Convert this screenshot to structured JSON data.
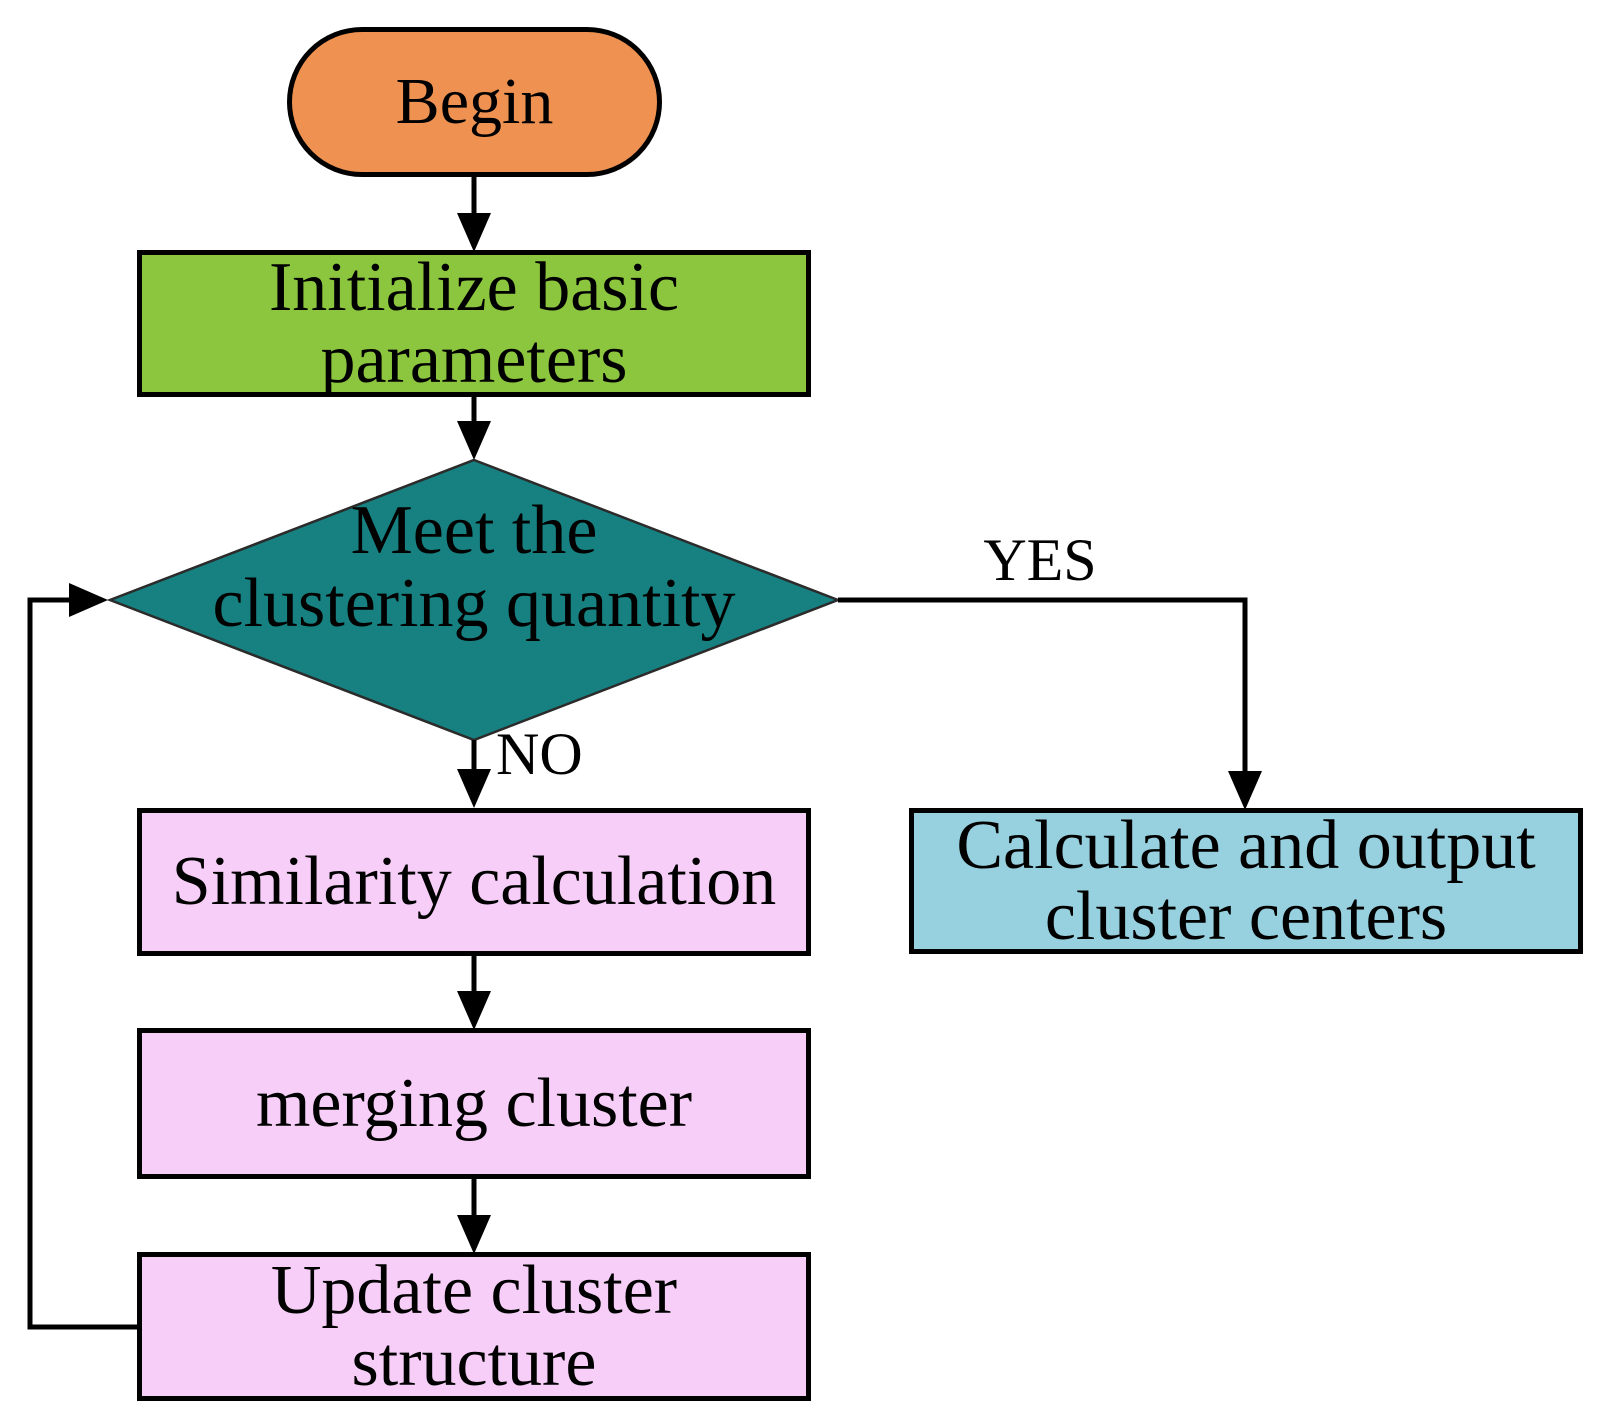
{
  "diagram": {
    "type": "flowchart",
    "nodes": [
      {
        "id": "begin",
        "shape": "terminator",
        "label": "Begin",
        "fill": "#EF9251"
      },
      {
        "id": "init",
        "shape": "process",
        "label": "Initialize basic\nparameters",
        "fill": "#8CC63F"
      },
      {
        "id": "decision",
        "shape": "decision",
        "label": "Meet the\nclustering quantity",
        "fill": "#178080"
      },
      {
        "id": "calc",
        "shape": "process",
        "label": "Calculate and output\ncluster centers",
        "fill": "#97D0DE"
      },
      {
        "id": "similarity",
        "shape": "process",
        "label": "Similarity calculation",
        "fill": "#F6CEF7"
      },
      {
        "id": "merge",
        "shape": "process",
        "label": "merging cluster",
        "fill": "#F6CEF7"
      },
      {
        "id": "update",
        "shape": "process",
        "label": "Update cluster\nstructure",
        "fill": "#F6CEF7"
      }
    ],
    "edges": [
      {
        "from": "begin",
        "to": "init",
        "label": ""
      },
      {
        "from": "init",
        "to": "decision",
        "label": ""
      },
      {
        "from": "decision",
        "to": "calc",
        "label": "YES"
      },
      {
        "from": "decision",
        "to": "similarity",
        "label": "NO"
      },
      {
        "from": "similarity",
        "to": "merge",
        "label": ""
      },
      {
        "from": "merge",
        "to": "update",
        "label": ""
      },
      {
        "from": "update",
        "to": "decision",
        "label": ""
      }
    ],
    "edge_labels": {
      "yes": "YES",
      "no": "NO"
    },
    "colors": {
      "line": "#000000",
      "text": "#000000",
      "background": "#FFFFFF",
      "decision_fill": "#178080"
    }
  }
}
